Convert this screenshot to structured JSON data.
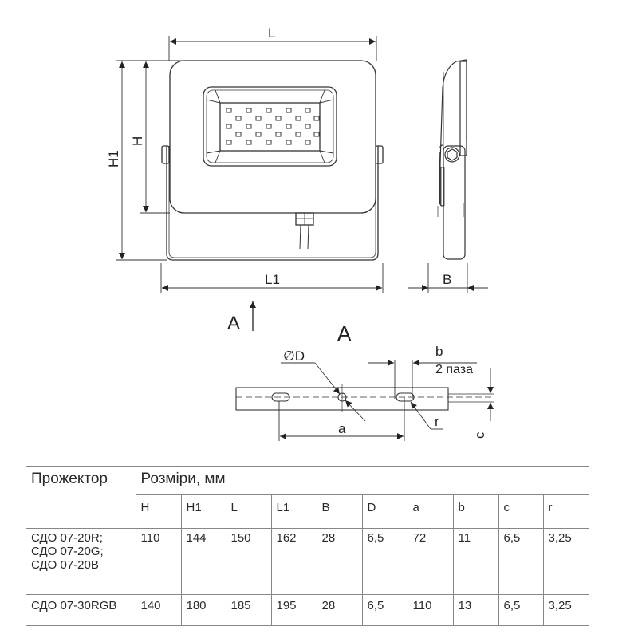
{
  "drawing": {
    "front_view": {
      "dims": {
        "L": "L",
        "L1": "L1",
        "H": "H",
        "H1": "H1"
      }
    },
    "side_view": {
      "dims": {
        "B": "B"
      }
    },
    "view_marker": {
      "label": "A"
    },
    "bracket_view": {
      "title": "A",
      "dims": {
        "D": "∅D",
        "a": "a",
        "b": "b",
        "slots": "2 паза",
        "r": "r",
        "c": "c"
      }
    }
  },
  "table": {
    "col_product": "Прожектор",
    "col_dimensions": "Розміри, мм",
    "headers": [
      "H",
      "H1",
      "L",
      "L1",
      "B",
      "D",
      "a",
      "b",
      "c",
      "r"
    ],
    "rows": [
      {
        "product_lines": [
          "СДО 07-20R;",
          "СДО 07-20G;",
          "СДО 07-20B"
        ],
        "values": [
          "110",
          "144",
          "150",
          "162",
          "28",
          "6,5",
          "72",
          "11",
          "6,5",
          "3,25"
        ]
      },
      {
        "product_lines": [
          "СДО 07-30RGB"
        ],
        "values": [
          "140",
          "180",
          "185",
          "195",
          "28",
          "6,5",
          "110",
          "13",
          "6,5",
          "3,25"
        ]
      }
    ]
  }
}
